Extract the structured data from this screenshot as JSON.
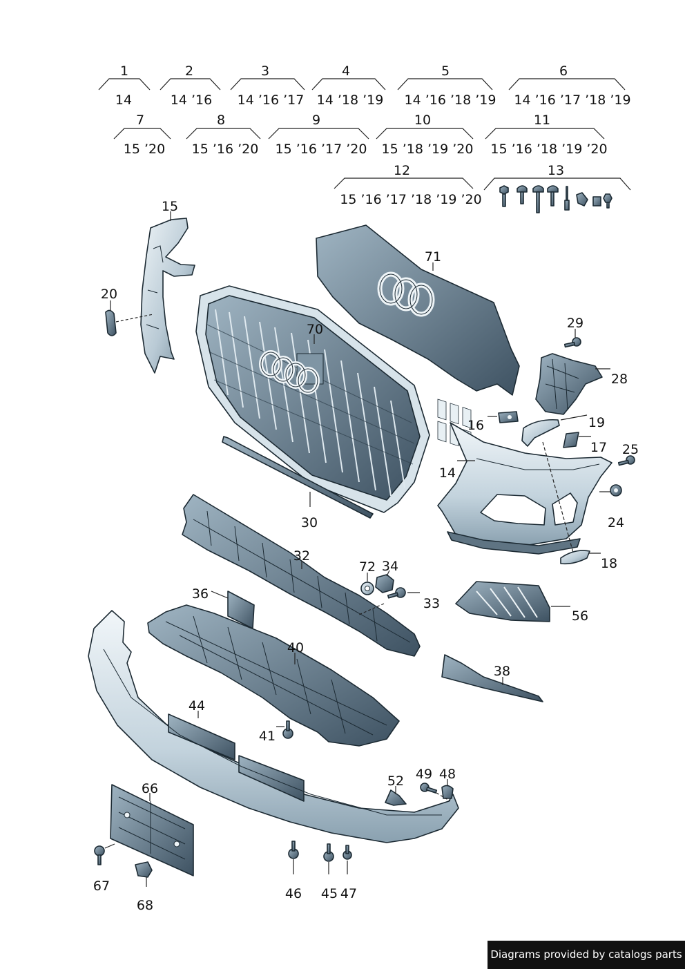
{
  "colors": {
    "part_light": "#dfe9ef",
    "part_mid": "#9fb4c2",
    "part_dark": "#4d6373",
    "line": "#1c2a33",
    "credit_bg": "#111111",
    "credit_text": "#ffffff"
  },
  "variants": [
    {
      "num": "1",
      "years": "14"
    },
    {
      "num": "2",
      "years": "14 ’16"
    },
    {
      "num": "3",
      "years": "14 ’16 ’17"
    },
    {
      "num": "4",
      "years": "14 ’18 ’19"
    },
    {
      "num": "5",
      "years": "14 ’16 ’18 ’19"
    },
    {
      "num": "6",
      "years": "14 ’16 ’17 ’18 ’19"
    },
    {
      "num": "7",
      "years": "15 ’20"
    },
    {
      "num": "8",
      "years": "15 ’16 ’20"
    },
    {
      "num": "9",
      "years": "15 ’16 ’17 ’20"
    },
    {
      "num": "10",
      "years": "15 ’18 ’19 ’20"
    },
    {
      "num": "11",
      "years": "15 ’16 ’18 ’19 ’20"
    },
    {
      "num": "12",
      "years": "15 ’16 ’17 ’18 ’19 ’20"
    },
    {
      "num": "13",
      "years": ""
    }
  ],
  "parts": {
    "p14": "14",
    "p15": "15",
    "p16": "16",
    "p17": "17",
    "p18": "18",
    "p19": "19",
    "p20": "20",
    "p24": "24",
    "p25": "25",
    "p28": "28",
    "p29": "29",
    "p30": "30",
    "p32": "32",
    "p33": "33",
    "p34": "34",
    "p36": "36",
    "p38": "38",
    "p40": "40",
    "p41": "41",
    "p44": "44",
    "p45": "45",
    "p46": "46",
    "p47": "47",
    "p48": "48",
    "p49": "49",
    "p52": "52",
    "p56": "56",
    "p66": "66",
    "p67": "67",
    "p68": "68",
    "p70": "70",
    "p71": "71",
    "p72": "72"
  },
  "credit": "Diagrams provided by catalogs parts"
}
